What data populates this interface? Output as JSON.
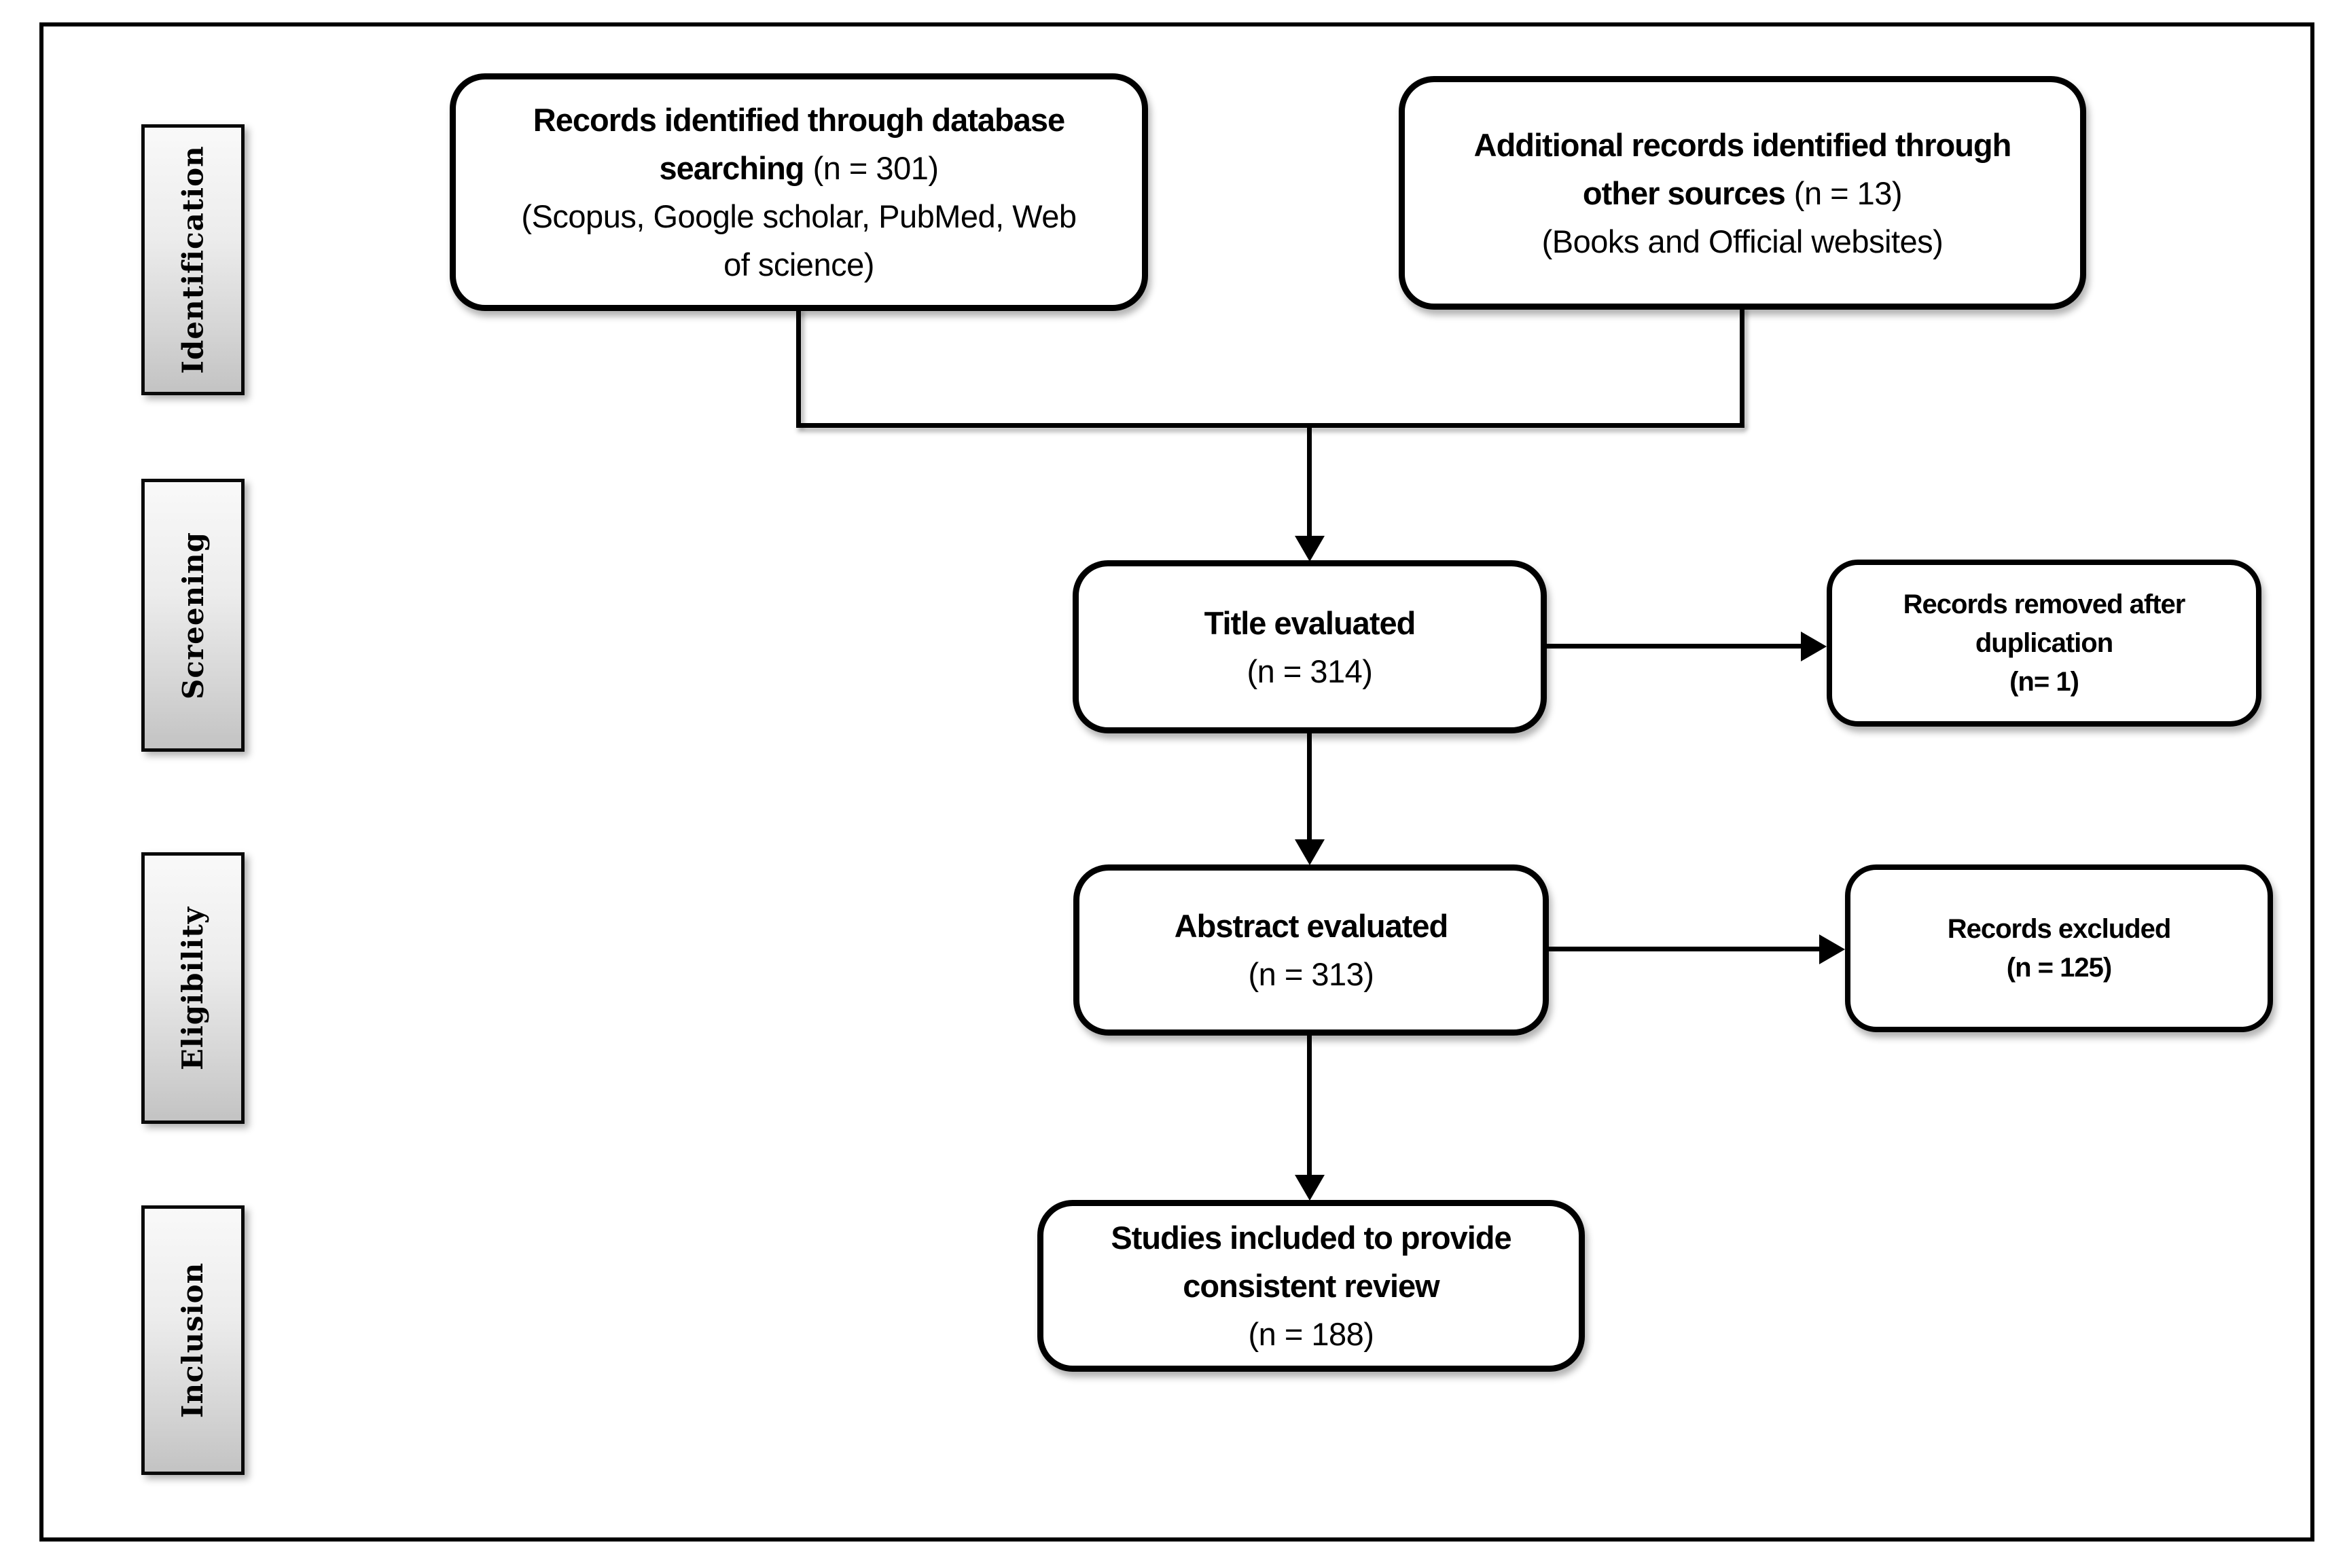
{
  "diagram": {
    "title": "PRISMA study selection flow diagram",
    "stages": [
      {
        "label": "Identification"
      },
      {
        "label": "Screening"
      },
      {
        "label": "Eligibility"
      },
      {
        "label": "Inclusion"
      }
    ],
    "boxes": {
      "database": {
        "line1": "Records identified through database",
        "line2_bold": "searching",
        "line2_note": "(n = 301)",
        "line3": "(Scopus, Google scholar, PubMed, Web",
        "line4": "of science)"
      },
      "other_sources": {
        "line1": "Additional records identified through",
        "line2_bold": "other sources",
        "line2_note": "(n = 13)",
        "line3": "(Books and Official websites)"
      },
      "title_evaluated": {
        "line1": "Title evaluated",
        "note": "(n = 314)"
      },
      "records_removed": {
        "line1": "Records removed after",
        "line2": "duplication",
        "note": "(n= 1)"
      },
      "abstract_evaluated": {
        "line1": "Abstract evaluated",
        "note": "(n = 313)"
      },
      "records_excluded": {
        "line1": "Records excluded",
        "note": "(n = 125)"
      },
      "studies_included": {
        "line1": "Studies included to provide",
        "line2": "consistent review",
        "note": "(n = 188)"
      }
    },
    "edges": [
      {
        "from": "database",
        "to": "title_evaluated"
      },
      {
        "from": "other_sources",
        "to": "title_evaluated"
      },
      {
        "from": "title_evaluated",
        "to": "records_removed"
      },
      {
        "from": "title_evaluated",
        "to": "abstract_evaluated"
      },
      {
        "from": "abstract_evaluated",
        "to": "records_excluded"
      },
      {
        "from": "abstract_evaluated",
        "to": "studies_included"
      }
    ],
    "colors": {
      "line": "#000000",
      "box_background": "#ffffff",
      "stage_gradient_top": "#f9f9f9",
      "stage_gradient_bottom": "#c3c3c3"
    }
  }
}
